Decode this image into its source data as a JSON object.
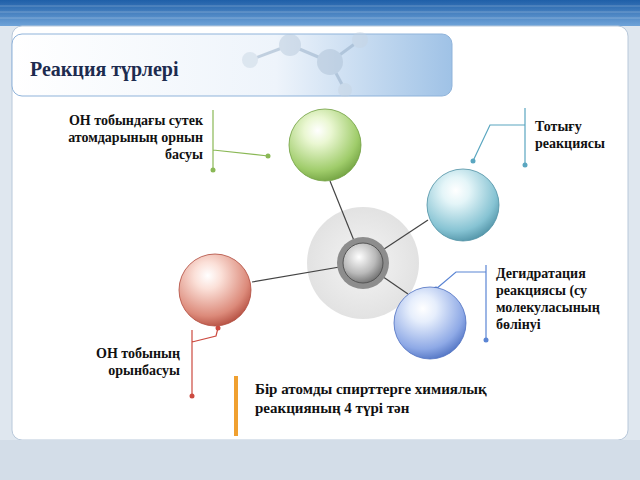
{
  "diagram": {
    "title": "Реакция түрлері",
    "nodes": [
      {
        "text": [
          "ОН тобындағы сутек атомдарының орнын басуы"
        ]
      },
      {
        "text": [
          "Тотығу реакциясы"
        ]
      },
      {
        "text": [
          "Дегидратация реакциясы (су молекуласының бөлінуі"
        ]
      },
      {
        "text": [
          "ОН тобының орынбасуы"
        ]
      }
    ],
    "labels": [
      "Бір атомды спирттерге химиялық реакцияның 4 түрі тән"
    ]
  }
}
